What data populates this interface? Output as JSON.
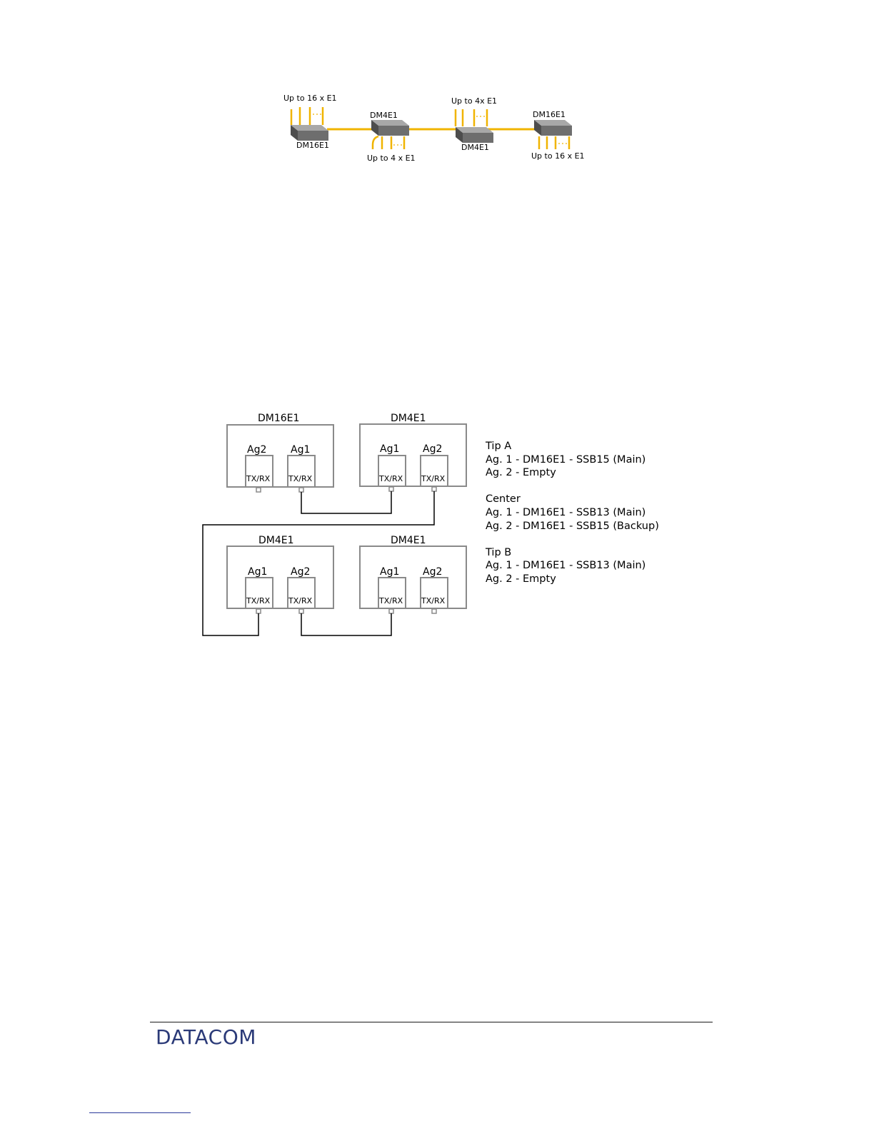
{
  "diagram1": {
    "labels": {
      "top_left": "Up to 16 x E1",
      "device1": "DM16E1",
      "device2": "DM4E1",
      "bottom2": "Up to 4 x E1",
      "top3": "Up to 4x E1",
      "device3": "DM4E1",
      "device4": "DM16E1",
      "bottom4": "Up to 16 x E1"
    },
    "colors": {
      "link": "#f0b400",
      "device": "#7a7a7a",
      "device_top": "#a8a8a8"
    }
  },
  "diagram2": {
    "boxes": [
      {
        "title": "DM16E1",
        "ag_left": "Ag2",
        "ag_right": "Ag1",
        "port_left": "TX/RX",
        "port_right": "TX/RX"
      },
      {
        "title": "DM4E1",
        "ag_left": "Ag1",
        "ag_right": "Ag2",
        "port_left": "TX/RX",
        "port_right": "TX/RX"
      },
      {
        "title": "DM4E1",
        "ag_left": "Ag1",
        "ag_right": "Ag2",
        "port_left": "TX/RX",
        "port_right": "TX/RX"
      },
      {
        "title": "DM4E1",
        "ag_left": "Ag1",
        "ag_right": "Ag2",
        "port_left": "TX/RX",
        "port_right": "TX/RX"
      }
    ],
    "colors": {
      "box": "#8a8a8a",
      "wire": "#000000"
    }
  },
  "legend": {
    "tip_a": {
      "title": "Tip A",
      "line1": "Ag. 1 - DM16E1 - SSB15 (Main)",
      "line2": "Ag. 2 - Empty"
    },
    "center": {
      "title": "Center",
      "line1": "Ag. 1 - DM16E1 - SSB13 (Main)",
      "line2": "Ag. 2 - DM16E1 - SSB15 (Backup)"
    },
    "tip_b": {
      "title": "Tip B",
      "line1": "Ag. 1 - DM16E1 - SSB13 (Main)",
      "line2": "Ag. 2 - Empty"
    }
  },
  "footer": {
    "logo": "DATACOM",
    "colors": {
      "logo": "#2b3a78"
    }
  }
}
